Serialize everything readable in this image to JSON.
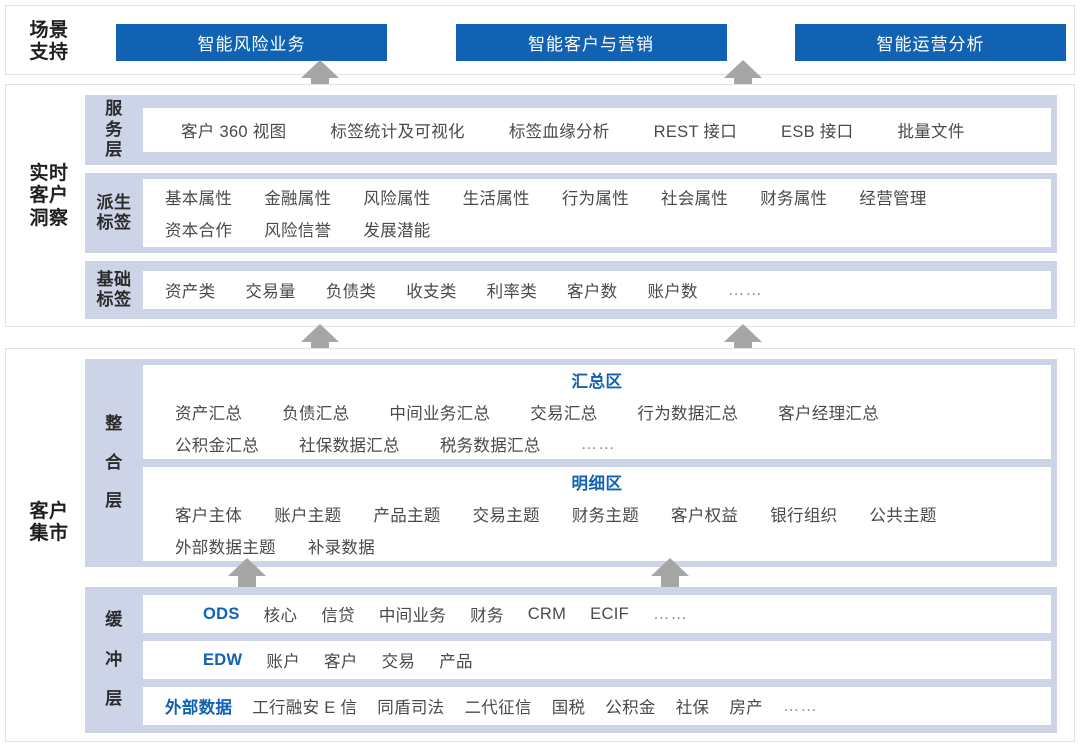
{
  "scene": {
    "title": "场景\n支持",
    "title_lines": [
      "场景",
      "支持"
    ],
    "buttons": [
      {
        "label": "智能风险业务"
      },
      {
        "label": "智能客户与营销"
      },
      {
        "label": "智能运营分析"
      }
    ],
    "accent_color": "#1162b3"
  },
  "insight": {
    "title_lines": [
      "实时",
      "客户",
      "洞察"
    ],
    "bands": [
      {
        "label_lines": [
          "服",
          "务",
          "层"
        ],
        "rows": [
          {
            "items": [
              "客户 360 视图",
              "标签统计及可视化",
              "标签血缘分析",
              "REST 接口",
              "ESB 接口",
              "批量文件"
            ]
          }
        ]
      },
      {
        "label_lines": [
          "派生",
          "标签"
        ],
        "rows": [
          {
            "items": [
              "基本属性",
              "金融属性",
              "风险属性",
              "生活属性",
              "行为属性",
              "社会属性",
              "财务属性",
              "经营管理"
            ]
          },
          {
            "items": [
              "资本合作",
              "风险信誉",
              "发展潜能"
            ]
          }
        ]
      },
      {
        "label_lines": [
          "基础",
          "标签"
        ],
        "rows": [
          {
            "items": [
              "资产类",
              "交易量",
              "负债类",
              "收支类",
              "利率类",
              "客户数",
              "账户数",
              "……"
            ]
          }
        ]
      }
    ]
  },
  "mart": {
    "title_lines": [
      "客户",
      "集市"
    ],
    "integration": {
      "label_lines": [
        "整",
        "合",
        "层"
      ],
      "zones": [
        {
          "heading": "汇总区",
          "rows": [
            {
              "items": [
                "资产汇总",
                "负债汇总",
                "中间业务汇总",
                "交易汇总",
                "行为数据汇总",
                "客户经理汇总"
              ]
            },
            {
              "items": [
                "公积金汇总",
                "社保数据汇总",
                "税务数据汇总",
                "……"
              ]
            }
          ]
        },
        {
          "heading": "明细区",
          "rows": [
            {
              "items": [
                "客户主体",
                "账户主题",
                "产品主题",
                "交易主题",
                "财务主题",
                "客户权益",
                "银行组织",
                "公共主题"
              ]
            },
            {
              "items": [
                "外部数据主题",
                "补录数据"
              ]
            }
          ]
        }
      ]
    },
    "buffer": {
      "label_lines": [
        "缓",
        "冲",
        "层"
      ],
      "rows": [
        {
          "accent": "ODS",
          "items": [
            "核心",
            "信贷",
            "中间业务",
            "财务",
            "CRM",
            "ECIF",
            "……"
          ]
        },
        {
          "accent": "EDW",
          "items": [
            "账户",
            "客户",
            "交易",
            "产品"
          ]
        },
        {
          "accent": "外部数据",
          "items": [
            "工行融安 E 信",
            "同盾司法",
            "二代征信",
            "国税",
            "公积金",
            "社保",
            "房产",
            "……"
          ]
        }
      ]
    }
  },
  "arrows": {
    "glyph": "up-arrow",
    "color": "#a6a6a6"
  }
}
